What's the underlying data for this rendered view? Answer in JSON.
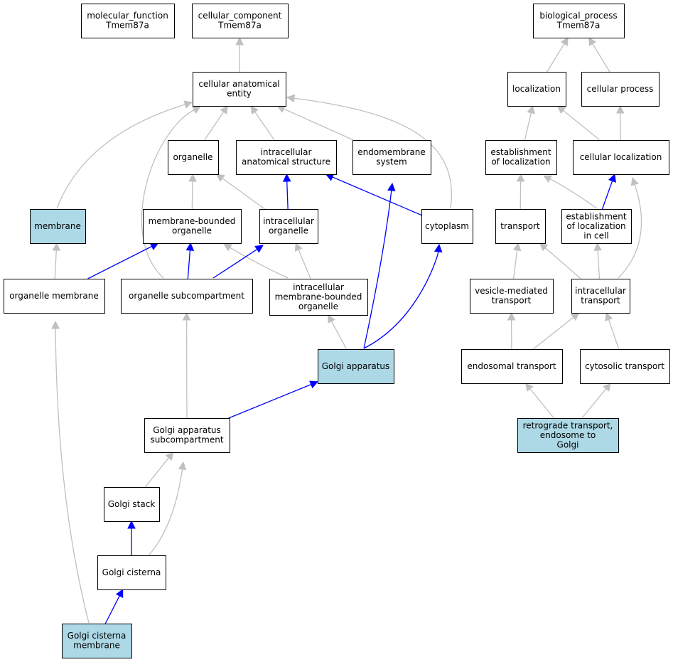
{
  "colors": {
    "background": "#ffffff",
    "default_node_fill": "#ffffff",
    "highlight_node_fill": "#add8e6",
    "gray_edge": "#c0c0c0",
    "blue_edge": "#0000ff"
  },
  "nodes": [
    {
      "id": "mf",
      "lines": [
        "molecular_function",
        "Tmem87a"
      ],
      "highlight": false
    },
    {
      "id": "cc",
      "lines": [
        "cellular_component",
        "Tmem87a"
      ],
      "highlight": false
    },
    {
      "id": "bp",
      "lines": [
        "biological_process",
        "Tmem87a"
      ],
      "highlight": false
    },
    {
      "id": "cae",
      "lines": [
        "cellular anatomical",
        "entity"
      ],
      "highlight": false
    },
    {
      "id": "loc",
      "lines": [
        "localization"
      ],
      "highlight": false
    },
    {
      "id": "cp",
      "lines": [
        "cellular process"
      ],
      "highlight": false
    },
    {
      "id": "organelle",
      "lines": [
        "organelle"
      ],
      "highlight": false
    },
    {
      "id": "ias",
      "lines": [
        "intracellular",
        "anatomical structure"
      ],
      "highlight": false
    },
    {
      "id": "ems",
      "lines": [
        "endomembrane",
        "system"
      ],
      "highlight": false
    },
    {
      "id": "eol",
      "lines": [
        "establishment",
        "of localization"
      ],
      "highlight": false
    },
    {
      "id": "cl",
      "lines": [
        "cellular localization"
      ],
      "highlight": false
    },
    {
      "id": "membrane",
      "lines": [
        "membrane"
      ],
      "highlight": true
    },
    {
      "id": "mbo",
      "lines": [
        "membrane-bounded",
        "organelle"
      ],
      "highlight": false
    },
    {
      "id": "io",
      "lines": [
        "intracellular",
        "organelle"
      ],
      "highlight": false
    },
    {
      "id": "cytoplasm",
      "lines": [
        "cytoplasm"
      ],
      "highlight": false
    },
    {
      "id": "transport",
      "lines": [
        "transport"
      ],
      "highlight": false
    },
    {
      "id": "eolc",
      "lines": [
        "establishment",
        "of localization",
        "in cell"
      ],
      "highlight": false
    },
    {
      "id": "om",
      "lines": [
        "organelle membrane"
      ],
      "highlight": false
    },
    {
      "id": "os",
      "lines": [
        "organelle subcompartment"
      ],
      "highlight": false
    },
    {
      "id": "imbo",
      "lines": [
        "intracellular",
        "membrane-bounded",
        "organelle"
      ],
      "highlight": false
    },
    {
      "id": "vmt",
      "lines": [
        "vesicle-mediated",
        "transport"
      ],
      "highlight": false
    },
    {
      "id": "it",
      "lines": [
        "intracellular",
        "transport"
      ],
      "highlight": false
    },
    {
      "id": "ga",
      "lines": [
        "Golgi apparatus"
      ],
      "highlight": true
    },
    {
      "id": "et",
      "lines": [
        "endosomal transport"
      ],
      "highlight": false
    },
    {
      "id": "ct",
      "lines": [
        "cytosolic transport"
      ],
      "highlight": false
    },
    {
      "id": "rt",
      "lines": [
        "retrograde transport,",
        "endosome to",
        "Golgi"
      ],
      "highlight": true
    },
    {
      "id": "gas",
      "lines": [
        "Golgi apparatus",
        "subcompartment"
      ],
      "highlight": false
    },
    {
      "id": "gs",
      "lines": [
        "Golgi stack"
      ],
      "highlight": false
    },
    {
      "id": "gc",
      "lines": [
        "Golgi cisterna"
      ],
      "highlight": false
    },
    {
      "id": "gcm",
      "lines": [
        "Golgi cisterna",
        "membrane"
      ],
      "highlight": true
    }
  ],
  "edges": [
    {
      "from": "cae",
      "to": "cc",
      "color": "gray"
    },
    {
      "from": "organelle",
      "to": "cae",
      "color": "gray"
    },
    {
      "from": "ias",
      "to": "cae",
      "color": "gray"
    },
    {
      "from": "ems",
      "to": "cae",
      "color": "gray"
    },
    {
      "from": "membrane",
      "to": "cae",
      "color": "gray"
    },
    {
      "from": "os",
      "to": "cae",
      "color": "gray"
    },
    {
      "from": "cytoplasm",
      "to": "cae",
      "color": "gray"
    },
    {
      "from": "mbo",
      "to": "organelle",
      "color": "gray"
    },
    {
      "from": "io",
      "to": "organelle",
      "color": "gray"
    },
    {
      "from": "io",
      "to": "ias",
      "color": "blue"
    },
    {
      "from": "cytoplasm",
      "to": "ias",
      "color": "blue"
    },
    {
      "from": "ga",
      "to": "ems",
      "color": "blue"
    },
    {
      "from": "imbo",
      "to": "mbo",
      "color": "gray"
    },
    {
      "from": "imbo",
      "to": "io",
      "color": "gray"
    },
    {
      "from": "om",
      "to": "membrane",
      "color": "gray"
    },
    {
      "from": "om",
      "to": "mbo",
      "color": "blue"
    },
    {
      "from": "os",
      "to": "mbo",
      "color": "blue"
    },
    {
      "from": "os",
      "to": "io",
      "color": "blue"
    },
    {
      "from": "ga",
      "to": "imbo",
      "color": "gray"
    },
    {
      "from": "ga",
      "to": "cytoplasm",
      "color": "blue"
    },
    {
      "from": "gas",
      "to": "os",
      "color": "gray"
    },
    {
      "from": "gas",
      "to": "ga",
      "color": "blue"
    },
    {
      "from": "gs",
      "to": "gas",
      "color": "gray"
    },
    {
      "from": "gc",
      "to": "gas",
      "color": "gray"
    },
    {
      "from": "gc",
      "to": "gs",
      "color": "blue"
    },
    {
      "from": "gcm",
      "to": "gc",
      "color": "blue"
    },
    {
      "from": "gcm",
      "to": "om",
      "color": "gray"
    },
    {
      "from": "loc",
      "to": "bp",
      "color": "gray"
    },
    {
      "from": "cp",
      "to": "bp",
      "color": "gray"
    },
    {
      "from": "eol",
      "to": "loc",
      "color": "gray"
    },
    {
      "from": "cl",
      "to": "loc",
      "color": "gray"
    },
    {
      "from": "cl",
      "to": "cp",
      "color": "gray"
    },
    {
      "from": "transport",
      "to": "eol",
      "color": "gray"
    },
    {
      "from": "eolc",
      "to": "eol",
      "color": "gray"
    },
    {
      "from": "eolc",
      "to": "cl",
      "color": "blue"
    },
    {
      "from": "vmt",
      "to": "transport",
      "color": "gray"
    },
    {
      "from": "it",
      "to": "transport",
      "color": "gray"
    },
    {
      "from": "it",
      "to": "eolc",
      "color": "gray"
    },
    {
      "from": "it",
      "to": "cl",
      "color": "gray"
    },
    {
      "from": "et",
      "to": "vmt",
      "color": "gray"
    },
    {
      "from": "et",
      "to": "it",
      "color": "gray"
    },
    {
      "from": "ct",
      "to": "it",
      "color": "gray"
    },
    {
      "from": "rt",
      "to": "et",
      "color": "gray"
    },
    {
      "from": "rt",
      "to": "ct",
      "color": "gray"
    }
  ]
}
